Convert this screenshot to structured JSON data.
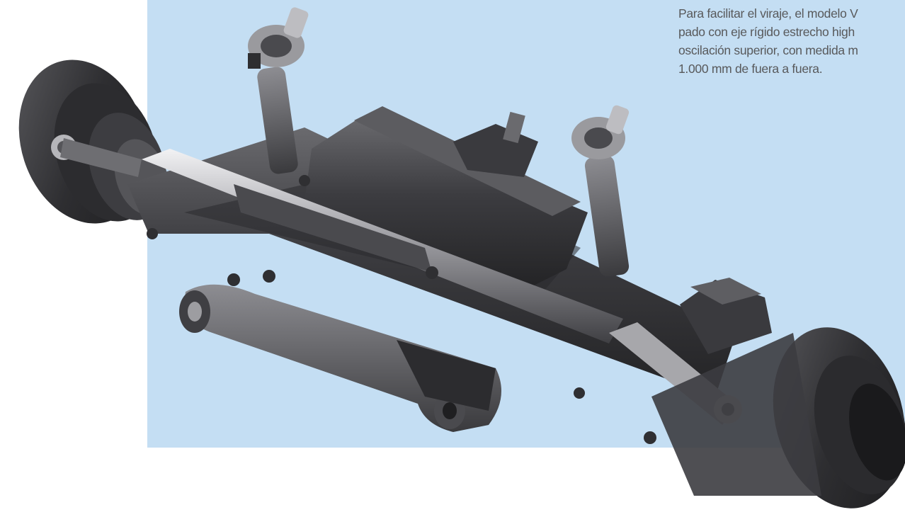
{
  "colors": {
    "panel": "#c4def3",
    "caption_text": "#58595b",
    "metal_dark": "#2b2b2d",
    "metal_mid": "#4a4a4d",
    "metal_light": "#8e8e92",
    "chrome": "#c9c9cc"
  },
  "caption": {
    "lines": [
      "Para facilitar el viraje, el modelo V",
      "pado con eje rígido estrecho high",
      "oscilación superior, con medida m",
      "1.000 mm de fuera a fuera."
    ]
  },
  "image": {
    "icon": "front-axle-assembly-icon"
  }
}
